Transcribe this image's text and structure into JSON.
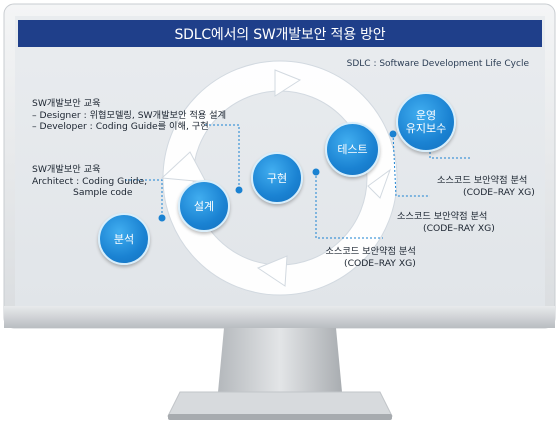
{
  "title": "SDLC에서의 SW개발보안 적용 방안",
  "subnote": "SDLC : Software Development Life Cycle",
  "stages": {
    "analysis": "분석",
    "design": "설계",
    "implementation": "구현",
    "test": "테스트",
    "maintenance_line1": "운영",
    "maintenance_line2": "유지보수"
  },
  "annotations": {
    "design_edu": {
      "line1": "SW개발보안 교육",
      "line2": "– Designer : 위협모델링, SW개발보안 적용 설계",
      "line3": "– Developer : Coding Guide를 이해, 구현"
    },
    "analysis_edu": {
      "line1": "SW개발보안 교육",
      "line2": "Architect : Coding Guide,",
      "line3": "Sample code"
    },
    "impl_analysis": {
      "line1": "소스코드 보안약점 분석",
      "line2": "(CODE–RAY XG)"
    },
    "test_analysis": {
      "line1": "소스코드 보안약점 분석",
      "line2": "(CODE–RAY XG)"
    },
    "maint_analysis": {
      "line1": "소스코드 보안약점 분석",
      "line2": "(CODE–RAY XG)"
    }
  },
  "colors": {
    "title_bar": "#1f3f8a",
    "circle": "#1a82d2",
    "screen_bg": "#e7eaee",
    "connector": "#1a82d2"
  }
}
